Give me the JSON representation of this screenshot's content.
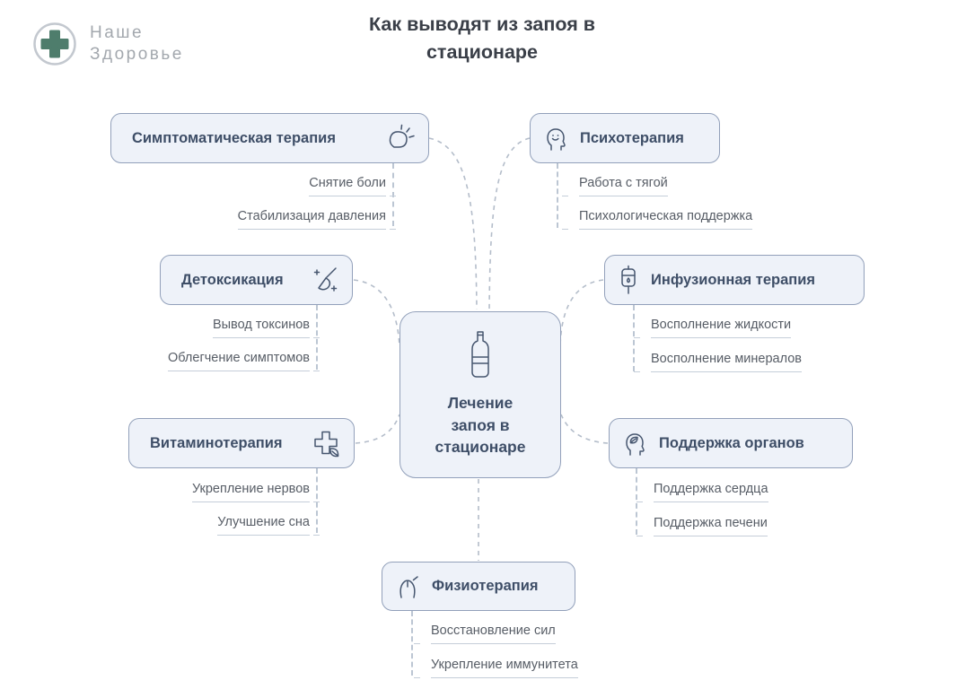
{
  "logo": {
    "line1": "Наше",
    "line2": "Здоровье"
  },
  "title": "Как выводят из запоя в стационаре",
  "center": {
    "label": "Лечение запоя в стационаре",
    "icon": "champagne-bottle-icon"
  },
  "branches": [
    {
      "id": "symptomatic-therapy",
      "label": "Симптоматическая терапия",
      "icon": "pain-relief-icon",
      "side": "left",
      "items": [
        "Снятие боли",
        "Стабилизация давления"
      ]
    },
    {
      "id": "psychotherapy",
      "label": "Психотерапия",
      "icon": "head-smile-icon",
      "side": "right",
      "items": [
        "Работа с тягой",
        "Психологическая поддержка"
      ]
    },
    {
      "id": "detoxification",
      "label": "Детоксикация",
      "icon": "broom-sparkle-icon",
      "side": "left",
      "items": [
        "Вывод токсинов",
        "Облегчение симптомов"
      ]
    },
    {
      "id": "infusion-therapy",
      "label": "Инфузионная терапия",
      "icon": "iv-drip-icon",
      "side": "right",
      "items": [
        "Восполнение жидкости",
        "Восполнение минералов"
      ]
    },
    {
      "id": "vitamin-therapy",
      "label": "Витаминотерапия",
      "icon": "medical-cross-leaf-icon",
      "side": "left",
      "items": [
        "Укрепление нервов",
        "Улучшение сна"
      ]
    },
    {
      "id": "organ-support",
      "label": "Поддержка органов",
      "icon": "head-leaf-icon",
      "side": "right",
      "items": [
        "Поддержка сердца",
        "Поддержка печени"
      ]
    },
    {
      "id": "physiotherapy",
      "label": "Физиотерапия",
      "icon": "massage-back-icon",
      "side": "bottom",
      "items": [
        "Восстановление сил",
        "Укрепление иммунитета"
      ]
    }
  ],
  "colors": {
    "node_bg": "#eef2f9",
    "node_border": "#92a0ba",
    "node_text": "#3e4e67",
    "item_text": "#575d66",
    "connector": "#b4bdca",
    "title_text": "#3a3f48",
    "logo_green": "#4e7d6c",
    "logo_gray": "#a3a8ae"
  }
}
